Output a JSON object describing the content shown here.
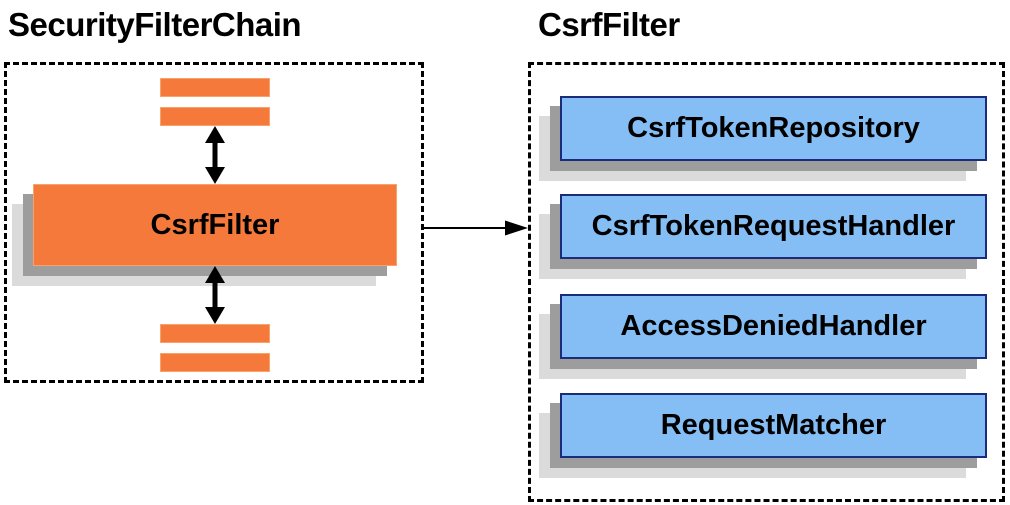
{
  "colors": {
    "orange": "#F4793B",
    "orange_border": "#F8A26C",
    "blue": "#85BEF5",
    "blue_border": "#1B2C7D",
    "shadow_dark": "#9D9D9D",
    "shadow_light": "#DBDBDB",
    "line": "#000000"
  },
  "left_panel": {
    "title": "SecurityFilterChain",
    "filter_box_label": "CsrfFilter"
  },
  "right_panel": {
    "title": "CsrfFilter",
    "components": [
      "CsrfTokenRepository",
      "CsrfTokenRequestHandler",
      "AccessDeniedHandler",
      "RequestMatcher"
    ]
  }
}
